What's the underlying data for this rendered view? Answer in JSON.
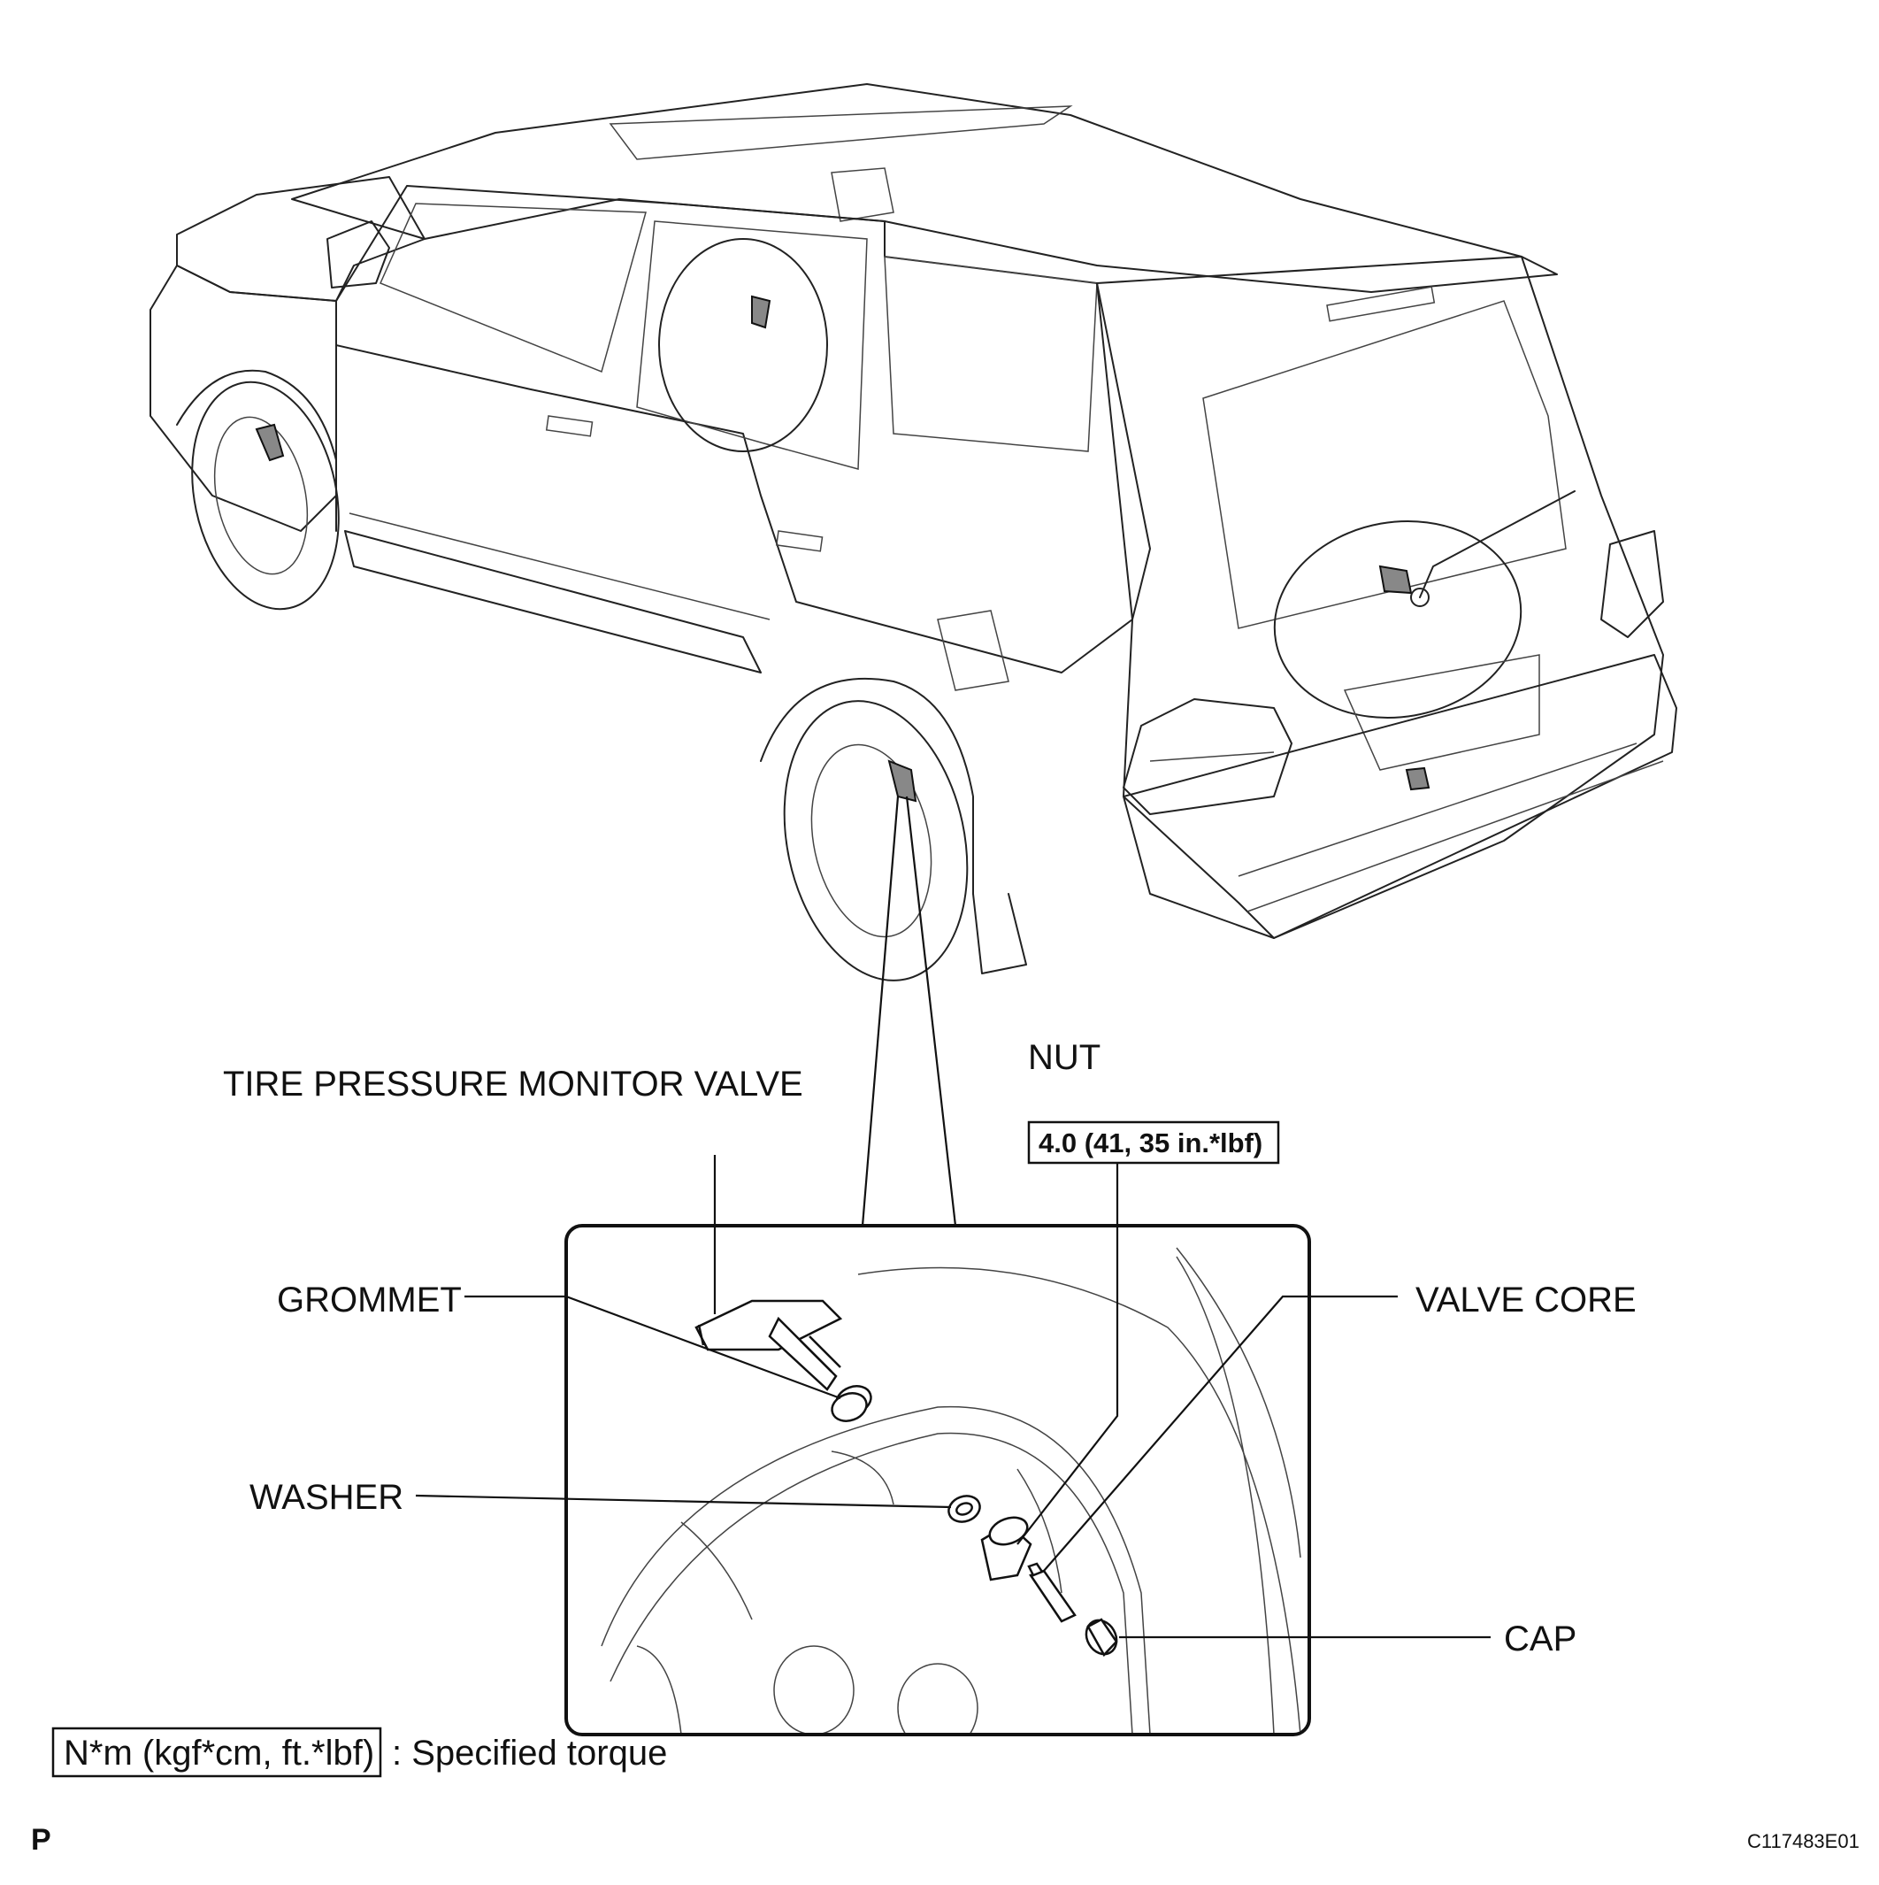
{
  "labels": {
    "tpms_valve": "TIRE PRESSURE MONITOR VALVE",
    "nut": "NUT",
    "torque_value": "4.0 (41, 35 in.*lbf)",
    "grommet": "GROMMET",
    "valve_core": "VALVE CORE",
    "washer": "WASHER",
    "cap": "CAP"
  },
  "legend": {
    "unit_box": "N*m (kgf*cm, ft.*lbf)",
    "description": ": Specified torque"
  },
  "footer": {
    "page_marker": "P",
    "figure_code": "C117483E01"
  }
}
